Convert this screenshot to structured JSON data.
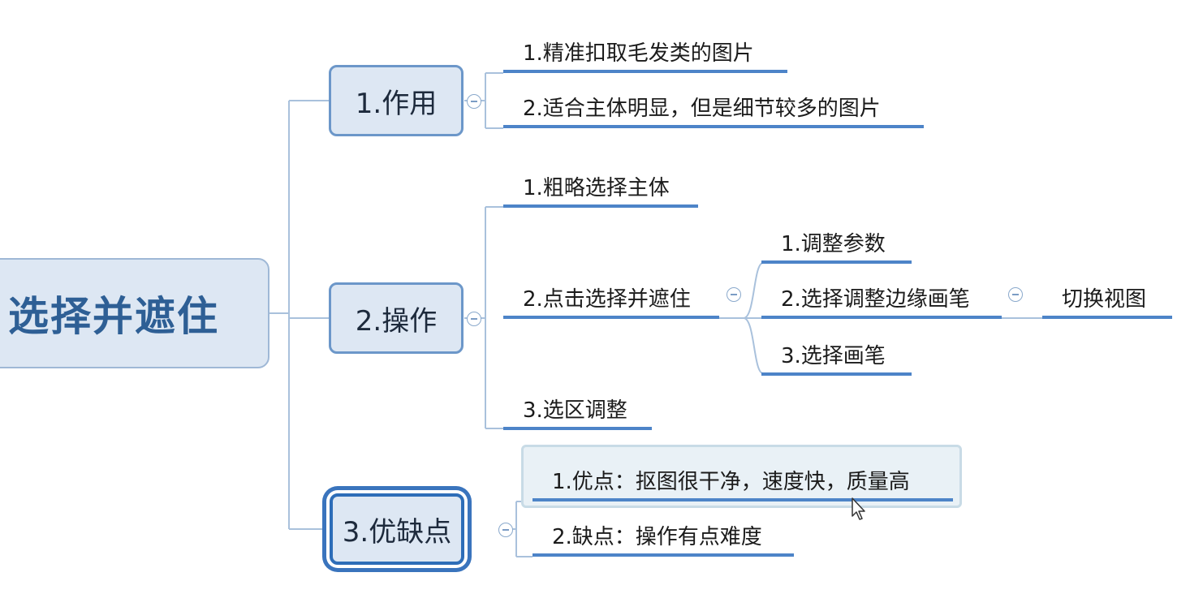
{
  "root": {
    "label": "选择并遮住"
  },
  "branches": [
    {
      "label": "1.作用",
      "children": [
        {
          "label": "1.精准扣取毛发类的图片"
        },
        {
          "label": "2.适合主体明显，但是细节较多的图片"
        }
      ]
    },
    {
      "label": "2.操作",
      "children": [
        {
          "label": "1.粗略选择主体"
        },
        {
          "label": "2.点击选择并遮住",
          "children": [
            {
              "label": "1.调整参数"
            },
            {
              "label": "2.选择调整边缘画笔",
              "children": [
                {
                  "label": "切换视图"
                }
              ]
            },
            {
              "label": "3.选择画笔"
            }
          ]
        },
        {
          "label": "3.选区调整"
        }
      ]
    },
    {
      "label": "3.优缺点",
      "selected": true,
      "children": [
        {
          "label": "1.优点：抠图很干净，速度快，质量高",
          "highlighted": true
        },
        {
          "label": "2.缺点：操作有点难度"
        }
      ]
    }
  ],
  "colors": {
    "node_fill": "#dde7f3",
    "node_border": "#6c97c9",
    "underline": "#4d84c8",
    "connector": "#a9c1dc",
    "root_text": "#2e5f95"
  }
}
